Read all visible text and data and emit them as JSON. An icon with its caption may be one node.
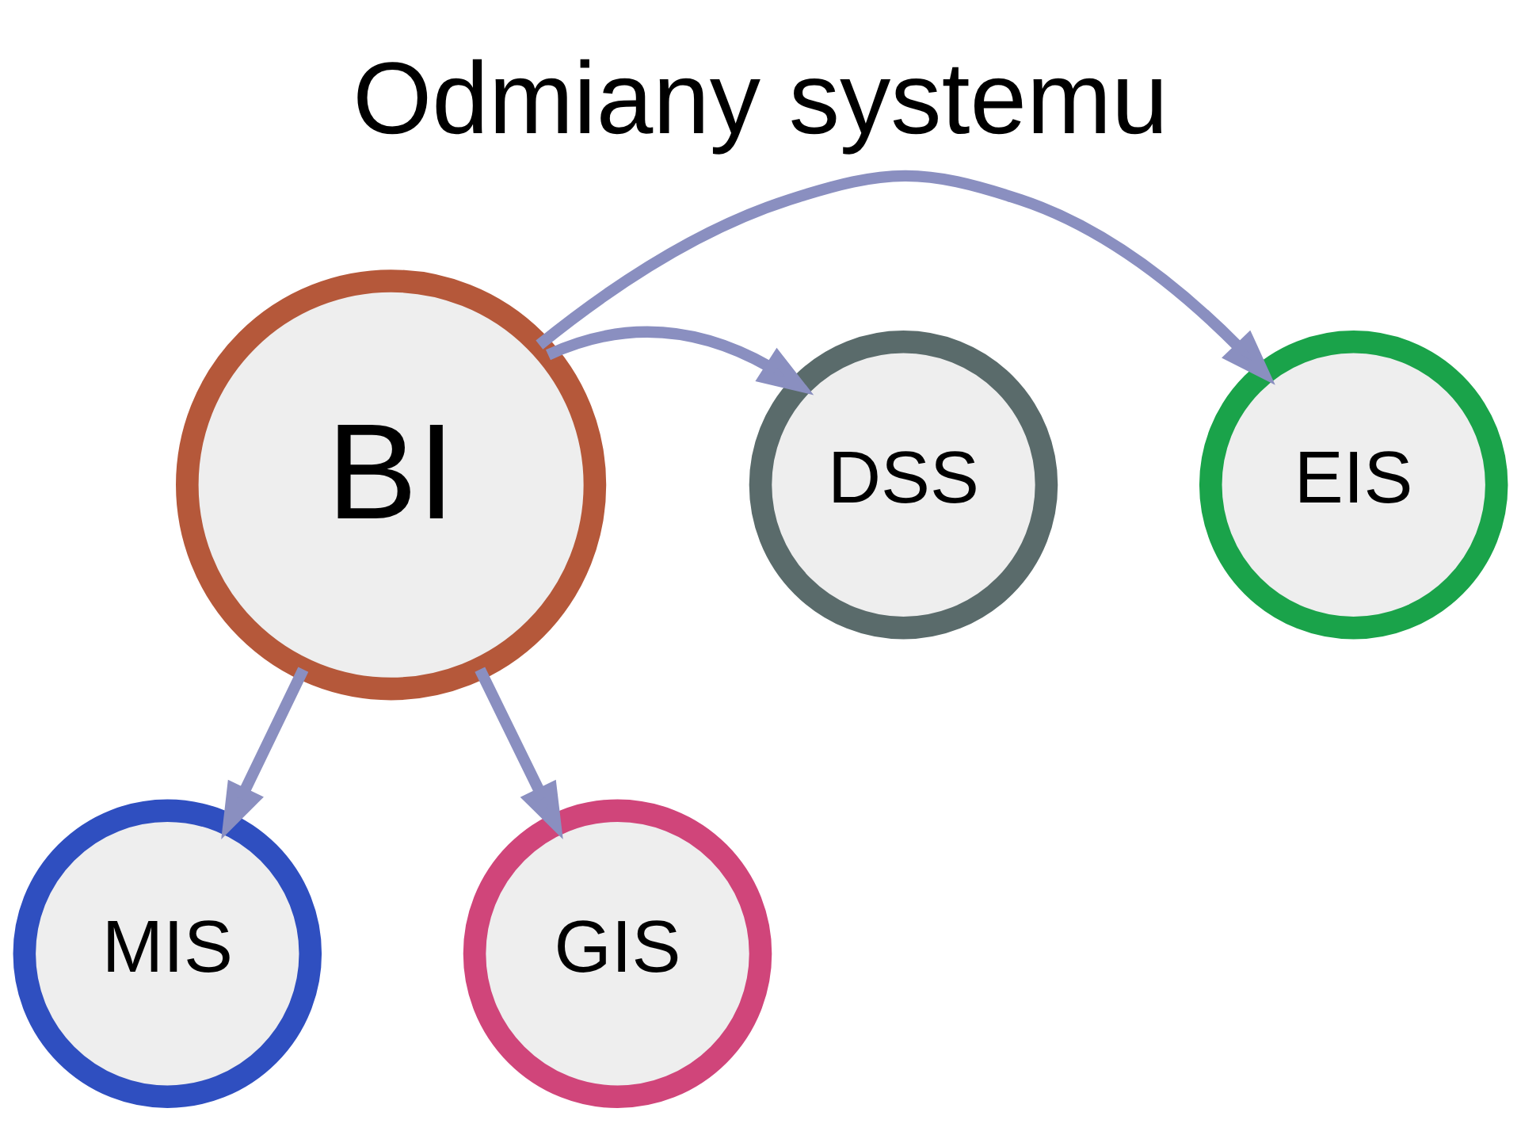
{
  "diagram": {
    "title": "Odmiany systemu",
    "nodes": [
      {
        "text": [
          "BI"
        ]
      },
      {
        "text": [
          "EIS"
        ]
      },
      {
        "text": [
          "DSS"
        ]
      },
      {
        "text": [
          "MIS"
        ]
      },
      {
        "text": [
          "GIS"
        ]
      }
    ],
    "edges": [
      {
        "from": 0,
        "to": 1,
        "arrow": "to"
      },
      {
        "from": 0,
        "to": 2,
        "arrow": "to"
      },
      {
        "from": 0,
        "to": 3,
        "arrow": "to"
      },
      {
        "from": 0,
        "to": 4,
        "arrow": "to"
      }
    ]
  }
}
